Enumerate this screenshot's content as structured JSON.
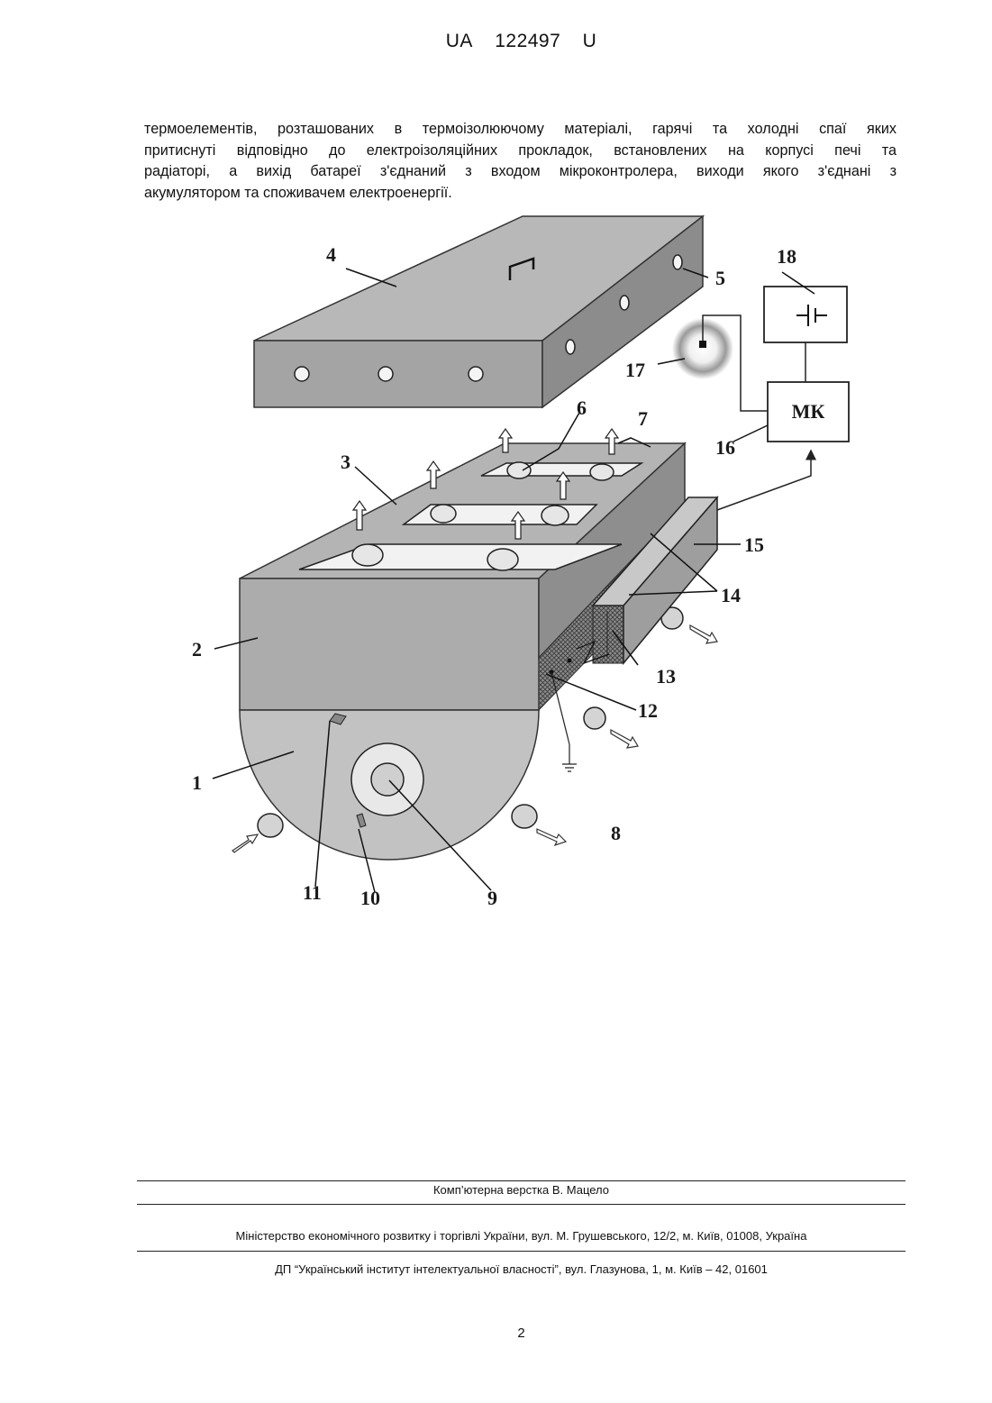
{
  "header": {
    "office": "UA",
    "number": "122497",
    "kind": "U"
  },
  "paragraph": {
    "lines": [
      "термоелементів, розташованих в термоізолюючому матеріалі, гарячі та холодні спаї яких",
      "притиснуті відповідно до електроізоляційних прокладок, встановлених на корпусі печі та",
      "радіаторі, а вихід батареї з'єднаний з входом мікроконтролера, виходи якого з'єднані з",
      "акумулятором та споживачем електроенергії."
    ]
  },
  "figure": {
    "labels": {
      "l1": "1",
      "l2": "2",
      "l3": "3",
      "l4": "4",
      "l5": "5",
      "l6": "6",
      "l7": "7",
      "l8": "8",
      "l9": "9",
      "l10": "10",
      "l11": "11",
      "l12": "12",
      "l13": "13",
      "l14": "14",
      "l15": "15",
      "l16": "16",
      "l17": "17",
      "l18": "18"
    },
    "mk_label": "МК"
  },
  "footer": {
    "layout_credit": "Комп’ютерна верстка В. Мацело",
    "ministry": "Міністерство економічного розвитку і торгівлі України, вул. М. Грушевського, 12/2, м. Київ, 01008, Україна",
    "institute": "ДП “Український інститут інтелектуальної власності”, вул. Глазунова, 1, м. Київ – 42, 01601"
  },
  "page_number": "2"
}
